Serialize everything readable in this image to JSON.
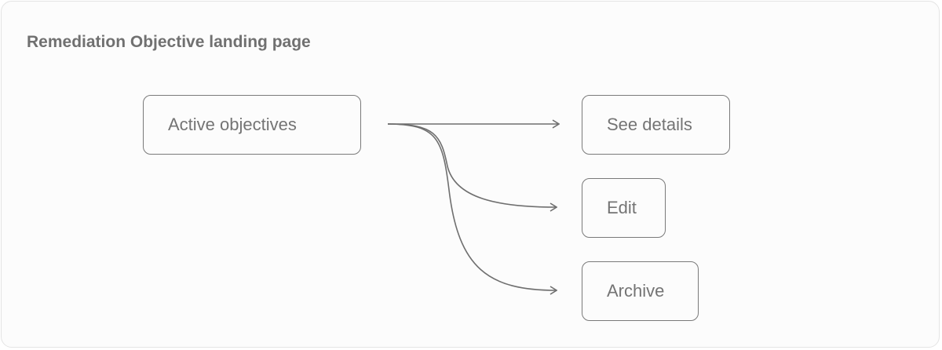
{
  "diagram": {
    "title": "Remediation Objective landing page",
    "source": {
      "label": "Active objectives"
    },
    "targets": [
      {
        "label": "See details"
      },
      {
        "label": "Edit"
      },
      {
        "label": "Archive"
      }
    ],
    "colors": {
      "border": "#7a7a7a",
      "text": "#747474",
      "title": "#707070",
      "edge": "#6f6f6f",
      "background": "#fcfcfc"
    }
  }
}
